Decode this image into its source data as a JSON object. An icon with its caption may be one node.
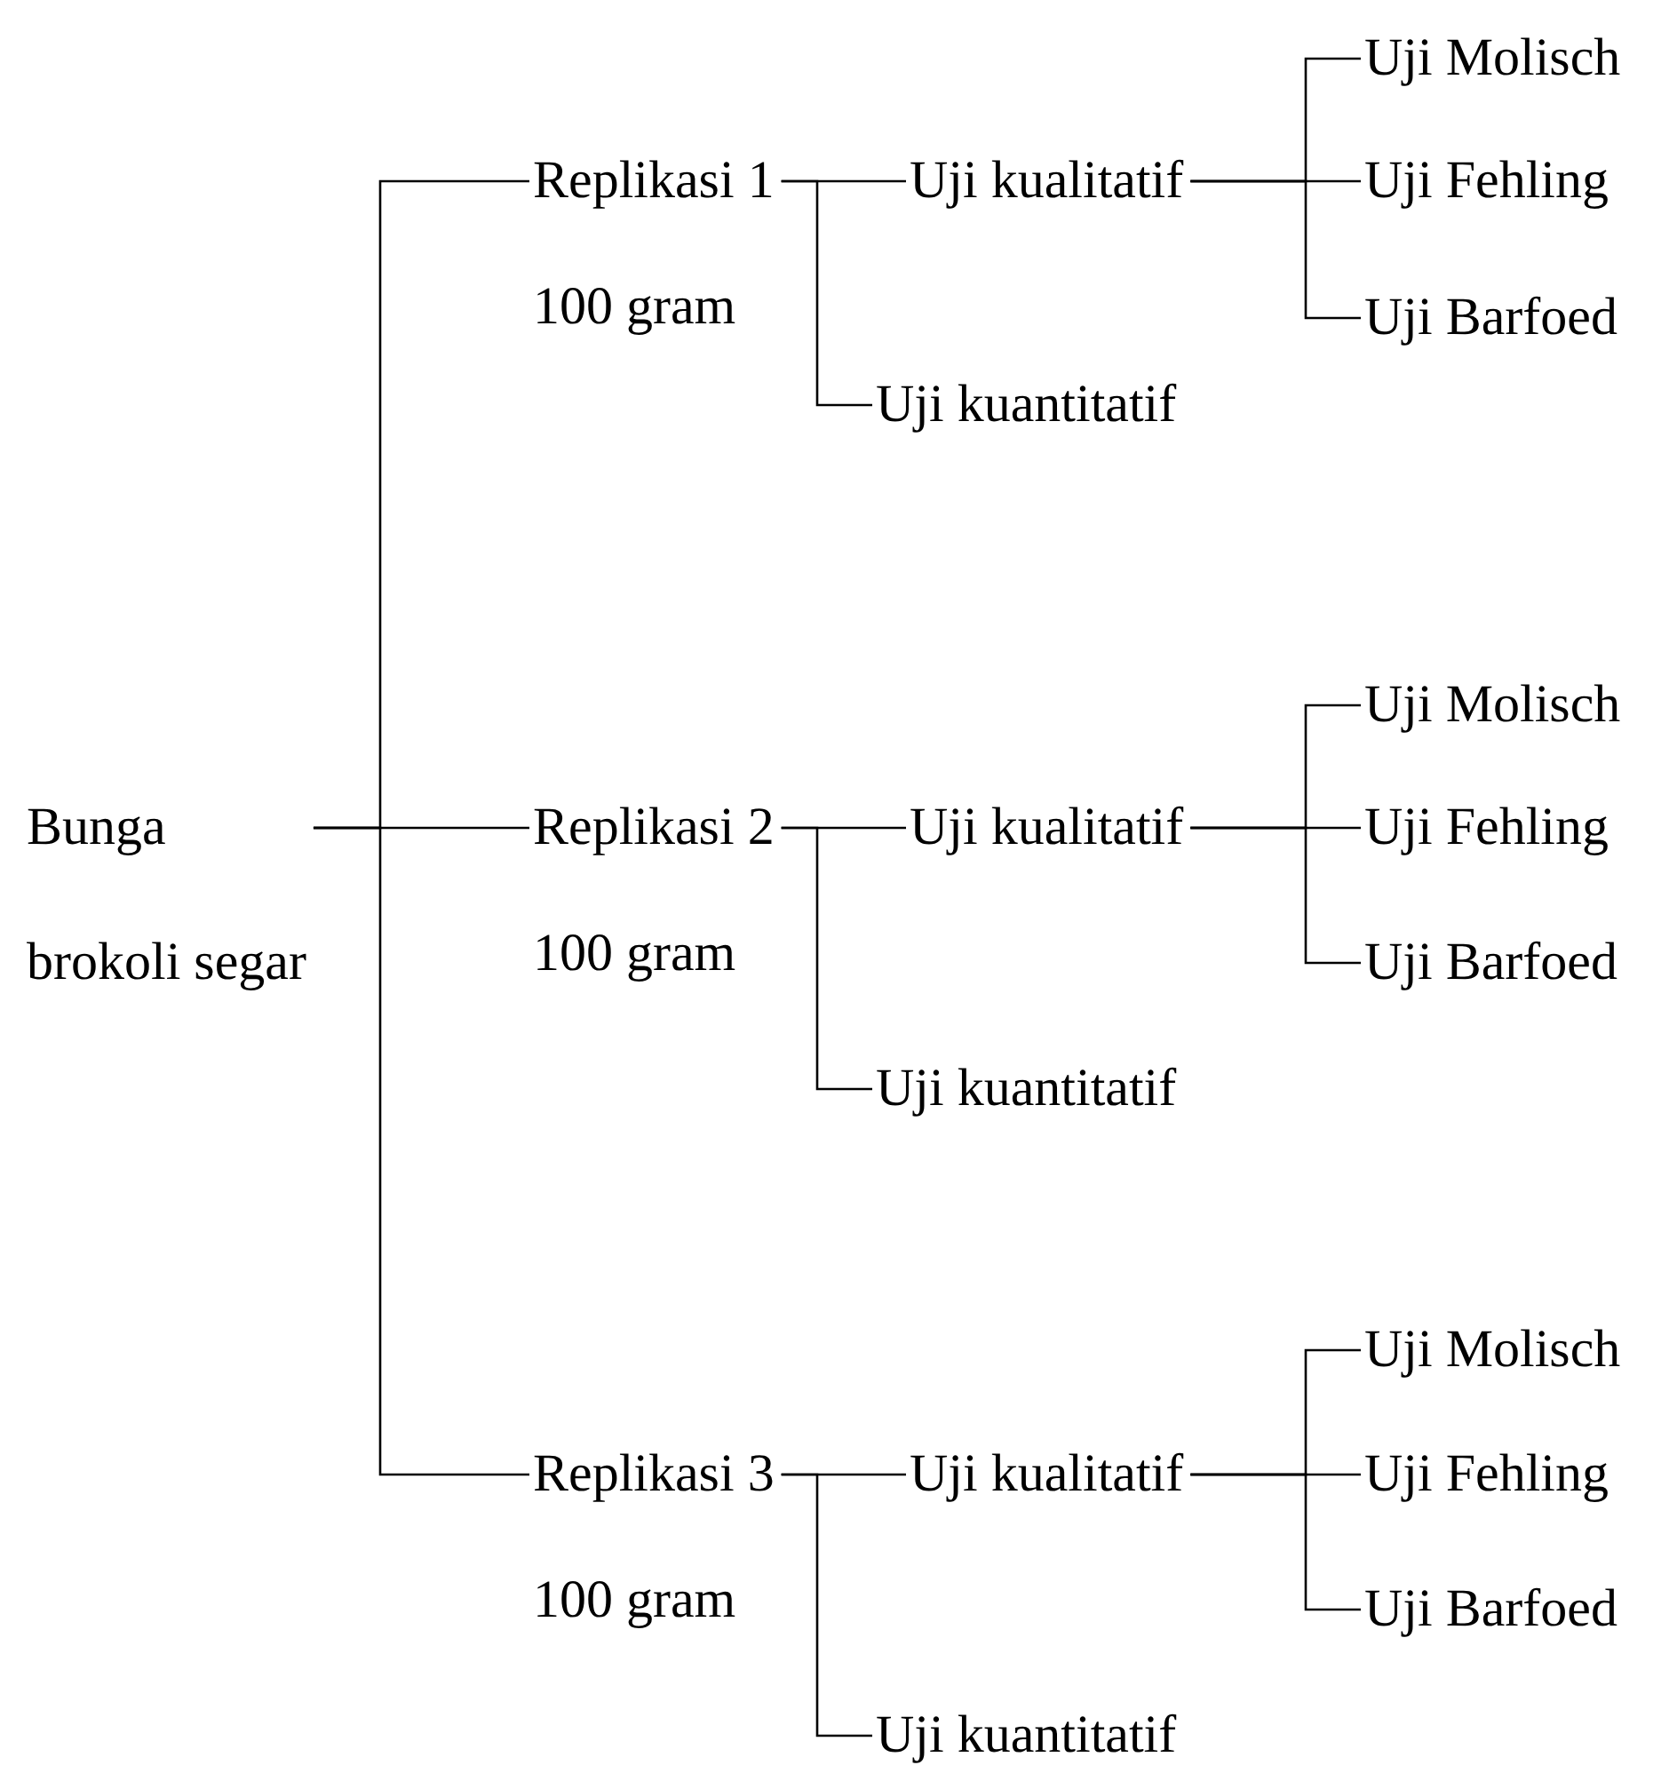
{
  "diagram": {
    "nodes": [
      {
        "text": [
          "Bunga",
          "brokoli segar"
        ]
      },
      {
        "text": [
          "Replikasi 1",
          "100 gram"
        ]
      },
      {
        "text": [
          "Uji kualitatif"
        ]
      },
      {
        "text": [
          "Uji kuantitatif"
        ]
      },
      {
        "text": [
          "Uji Molisch"
        ]
      },
      {
        "text": [
          "Uji Fehling"
        ]
      },
      {
        "text": [
          "Uji Barfoed"
        ]
      },
      {
        "text": [
          "Replikasi 2",
          "100 gram"
        ]
      },
      {
        "text": [
          "Uji kualitatif"
        ]
      },
      {
        "text": [
          "Uji kuantitatif"
        ]
      },
      {
        "text": [
          "Uji Molisch"
        ]
      },
      {
        "text": [
          "Uji Fehling"
        ]
      },
      {
        "text": [
          "Uji Barfoed"
        ]
      },
      {
        "text": [
          "Replikasi 3",
          "100 gram"
        ]
      },
      {
        "text": [
          "Uji kualitatif"
        ]
      },
      {
        "text": [
          "Uji kuantitatif"
        ]
      },
      {
        "text": [
          "Uji Molisch"
        ]
      },
      {
        "text": [
          "Uji Fehling"
        ]
      },
      {
        "text": [
          "Uji Barfoed"
        ]
      }
    ],
    "edges": [
      {
        "from": 0,
        "to": 1,
        "arrow": "none"
      },
      {
        "from": 0,
        "to": 7,
        "arrow": "none"
      },
      {
        "from": 0,
        "to": 13,
        "arrow": "none"
      },
      {
        "from": 1,
        "to": 2,
        "arrow": "none"
      },
      {
        "from": 1,
        "to": 3,
        "arrow": "none"
      },
      {
        "from": 2,
        "to": 4,
        "arrow": "none"
      },
      {
        "from": 2,
        "to": 5,
        "arrow": "none"
      },
      {
        "from": 2,
        "to": 6,
        "arrow": "none"
      },
      {
        "from": 7,
        "to": 8,
        "arrow": "none"
      },
      {
        "from": 7,
        "to": 9,
        "arrow": "none"
      },
      {
        "from": 8,
        "to": 10,
        "arrow": "none"
      },
      {
        "from": 8,
        "to": 11,
        "arrow": "none"
      },
      {
        "from": 8,
        "to": 12,
        "arrow": "none"
      },
      {
        "from": 13,
        "to": 14,
        "arrow": "none"
      },
      {
        "from": 13,
        "to": 15,
        "arrow": "none"
      },
      {
        "from": 14,
        "to": 16,
        "arrow": "none"
      },
      {
        "from": 14,
        "to": 17,
        "arrow": "none"
      },
      {
        "from": 14,
        "to": 18,
        "arrow": "none"
      }
    ]
  }
}
